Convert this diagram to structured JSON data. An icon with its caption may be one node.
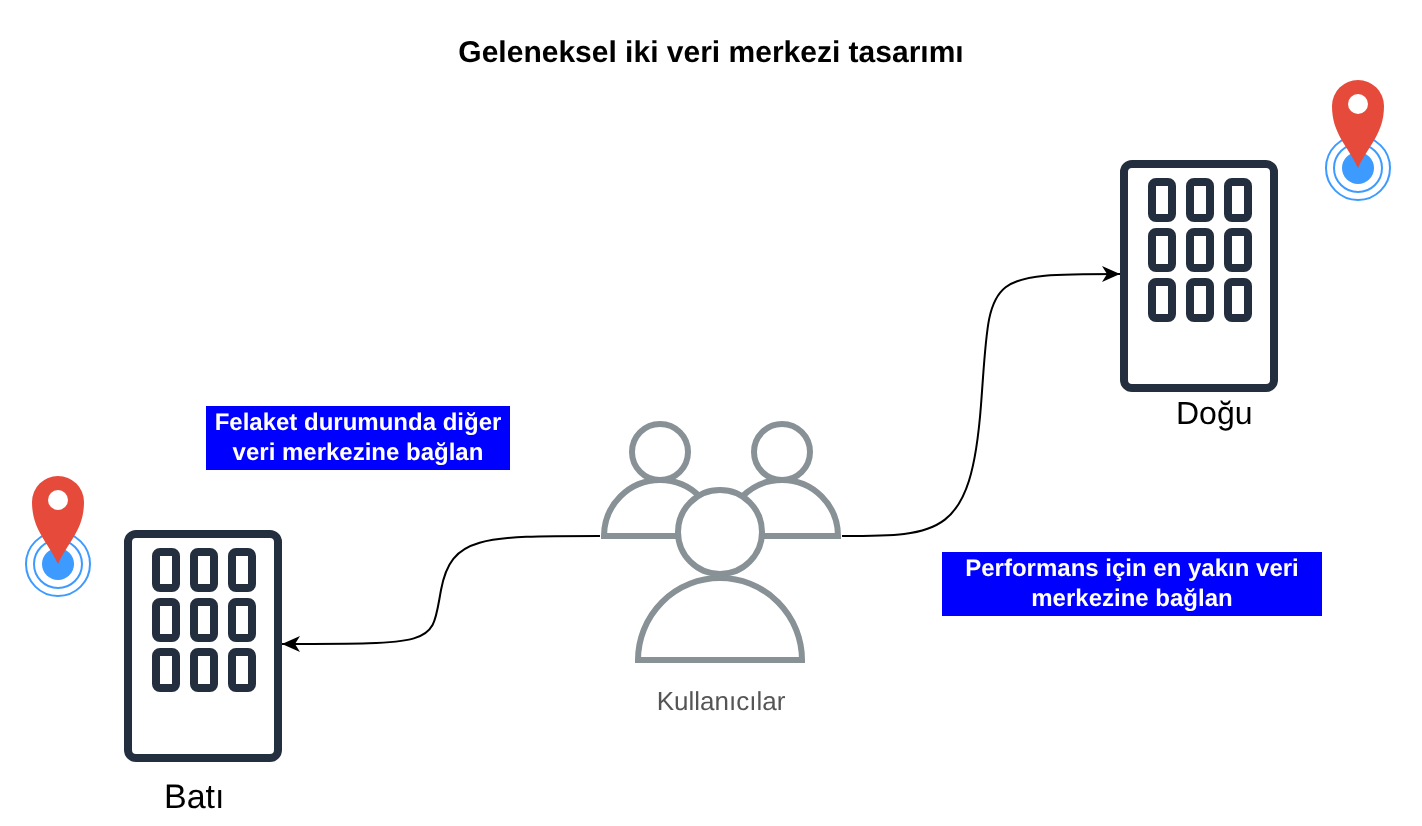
{
  "diagram": {
    "title": "Geleneksel iki veri merkezi tasarımı",
    "nodes": [
      {
        "text": [
          "Kullanıcılar"
        ]
      },
      {
        "text": [
          "Doğu"
        ]
      },
      {
        "text": [
          "Batı"
        ]
      }
    ],
    "edges": [
      {
        "from": 0,
        "to": 1,
        "arrow": "to"
      },
      {
        "from": 0,
        "to": 2,
        "arrow": "to"
      }
    ],
    "labels": [
      "Felaket durumunda diğer veri merkezine bağlan",
      "Performans için en yakın veri merkezine bağlan"
    ]
  }
}
